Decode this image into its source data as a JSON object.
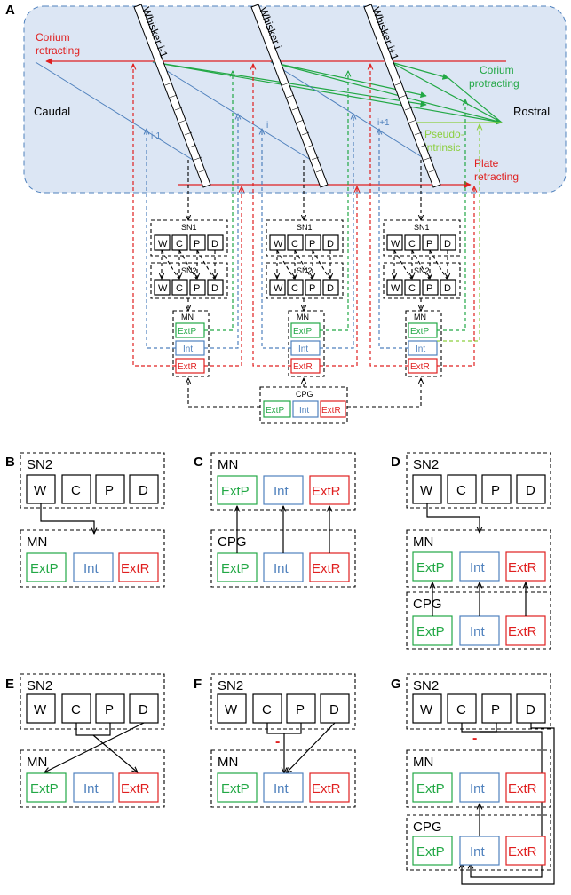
{
  "colors": {
    "green": "#22a845",
    "lightgreen": "#8ccf3f",
    "blue": "#4f81bd",
    "red": "#e02020",
    "panelbg": "#dce6f4"
  },
  "panel_a": {
    "letter": "A",
    "whiskers": [
      "Whisker i-1",
      "Whisker i",
      "Whisker i+1"
    ],
    "caudal": "Caudal",
    "rostral": "Rostral",
    "corium_retracting": [
      "Corium",
      "retracting"
    ],
    "corium_protracting": [
      "Corium",
      "protracting"
    ],
    "pseudo_intrinsic": [
      "Pseudo-",
      "intrinsic"
    ],
    "plate_retracting": [
      "Plate",
      "retracting"
    ],
    "intrinsic_labels": [
      "i-1",
      "i",
      "i+1"
    ],
    "sn1": "SN1",
    "sn2": "SN2",
    "mn": "MN",
    "cpg": "CPG",
    "cells": [
      "W",
      "C",
      "P",
      "D"
    ],
    "mn_cells": [
      "ExtP",
      "Int",
      "ExtR"
    ]
  },
  "panels": {
    "b": {
      "letter": "B",
      "top_title": "SN2",
      "bottom_title": "MN"
    },
    "c": {
      "letter": "C",
      "top_title": "MN",
      "bottom_title": "CPG"
    },
    "d": {
      "letter": "D",
      "top_title": "SN2",
      "mid_title": "MN",
      "bottom_title": "CPG"
    },
    "e": {
      "letter": "E",
      "top_title": "SN2",
      "bottom_title": "MN"
    },
    "f": {
      "letter": "F",
      "top_title": "SN2",
      "bottom_title": "MN",
      "inhib": "-"
    },
    "g": {
      "letter": "G",
      "top_title": "SN2",
      "mid_title": "MN",
      "bottom_title": "CPG",
      "inhib": "-"
    }
  },
  "sn_cells": [
    "W",
    "C",
    "P",
    "D"
  ],
  "mn_cells": [
    "ExtP",
    "Int",
    "ExtR"
  ]
}
